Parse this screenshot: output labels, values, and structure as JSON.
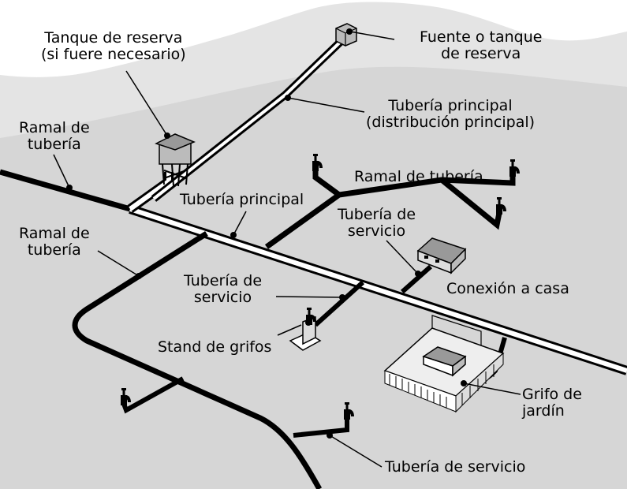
{
  "labels": {
    "reserve_tank": [
      "Tanque de reserva",
      "(si fuere necesario)"
    ],
    "source": [
      "Fuente o tanque",
      "de reserva"
    ],
    "main_distribution": [
      "Tubería principal",
      "(distribución principal)"
    ],
    "branch_top_left": [
      "Ramal de",
      "tubería"
    ],
    "branch_top_right": [
      "Ramal de tubería"
    ],
    "main_pipe": [
      "Tubería principal"
    ],
    "service_right": [
      "Tubería de",
      "servicio"
    ],
    "branch_left": [
      "Ramal de",
      "tubería"
    ],
    "service_center": [
      "Tubería de",
      "servicio"
    ],
    "house_connection": [
      "Conexión a casa"
    ],
    "tap_stand": [
      "Stand de grifos"
    ],
    "garden_tap": [
      "Grifo de",
      "jardín"
    ],
    "service_bottom": [
      "Tubería de servicio"
    ]
  },
  "colors": {
    "hills": "#e4e4e4",
    "ground": "#d4d4d4",
    "pipe": "#000000",
    "main_pipe_fill": "#ffffff"
  },
  "icons": [
    "tap-icon",
    "water-tower-icon",
    "source-tank-icon",
    "house-icon",
    "tap-stand-icon",
    "fenced-house-icon"
  ]
}
